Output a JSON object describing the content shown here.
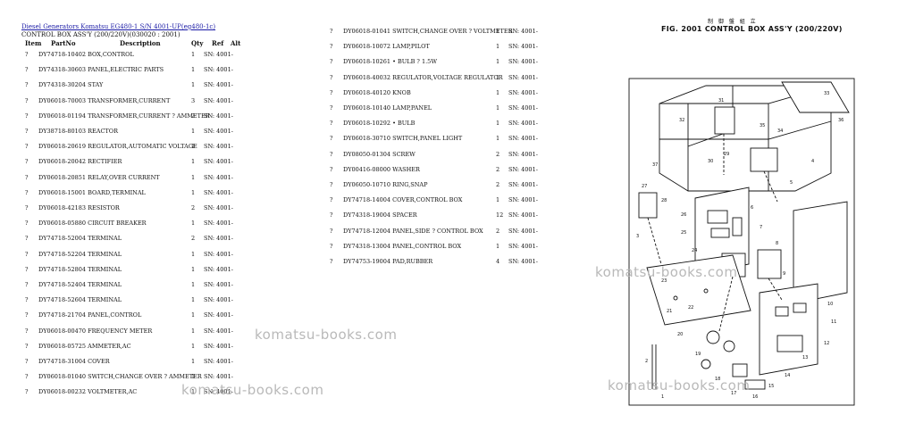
{
  "header": {
    "breadcrumb": "Diesel Generators Komatsu EG480-1 S/N 4001-UP(eg480-1c)",
    "subtitle": "CONTROL BOX ASS'Y (200/220V)(030020 : 2001)"
  },
  "columns": {
    "item": "Item",
    "part": "PartNo",
    "desc": "Description",
    "qty": "Qty",
    "ref": "Ref",
    "alt": "Alt"
  },
  "left_rows": [
    {
      "item": "?",
      "text": "DY74718-10402 BOX,CONTROL",
      "qty": "1",
      "ref": "SN: 4001-"
    },
    {
      "item": "?",
      "text": "DY74318-30603 PANEL,ELECTRIC PARTS",
      "qty": "1",
      "ref": "SN: 4001-"
    },
    {
      "item": "?",
      "text": "DY74318-30204 STAY",
      "qty": "1",
      "ref": "SN: 4001-"
    },
    {
      "item": "?",
      "text": "DY06018-70003 TRANSFORMER,CURRENT",
      "qty": "3",
      "ref": "SN: 4001-"
    },
    {
      "item": "?",
      "text": "DY06018-01194 TRANSFORMER,CURRENT ? AMMETER",
      "qty": "2",
      "ref": "SN: 4001-"
    },
    {
      "item": "?",
      "text": "DY38718-80103 REACTOR",
      "qty": "1",
      "ref": "SN: 4001-"
    },
    {
      "item": "?",
      "text": "DY06018-20619 REGULATOR,AUTOMATIC VOLTAGE",
      "qty": "1",
      "ref": "SN: 4001-"
    },
    {
      "item": "?",
      "text": "DY06018-20042 RECTIFIER",
      "qty": "1",
      "ref": "SN: 4001-"
    },
    {
      "item": "?",
      "text": "DY06018-20851 RELAY,OVER CURRENT",
      "qty": "1",
      "ref": "SN: 4001-"
    },
    {
      "item": "?",
      "text": "DY06018-15001 BOARD,TERMINAL",
      "qty": "1",
      "ref": "SN: 4001-"
    },
    {
      "item": "?",
      "text": "DY06018-42183 RESISTOR",
      "qty": "2",
      "ref": "SN: 4001-"
    },
    {
      "item": "?",
      "text": "DY06018-05880 CIRCUIT BREAKER",
      "qty": "1",
      "ref": "SN: 4001-"
    },
    {
      "item": "?",
      "text": "DY74718-52004 TERMINAL",
      "qty": "2",
      "ref": "SN: 4001-"
    },
    {
      "item": "?",
      "text": "DY74718-52204 TERMINAL",
      "qty": "1",
      "ref": "SN: 4001-"
    },
    {
      "item": "?",
      "text": "DY74718-52804 TERMINAL",
      "qty": "1",
      "ref": "SN: 4001-"
    },
    {
      "item": "?",
      "text": "DY74718-52404 TERMINAL",
      "qty": "1",
      "ref": "SN: 4001-"
    },
    {
      "item": "?",
      "text": "DY74718-52604 TERMINAL",
      "qty": "1",
      "ref": "SN: 4001-"
    },
    {
      "item": "?",
      "text": "DY74718-21704 PANEL,CONTROL",
      "qty": "1",
      "ref": "SN: 4001-"
    },
    {
      "item": "?",
      "text": "DY06018-00470 FREQUENCY METER",
      "qty": "1",
      "ref": "SN: 4001-"
    },
    {
      "item": "?",
      "text": "DY06018-05725 AMMETER,AC",
      "qty": "1",
      "ref": "SN: 4001-"
    },
    {
      "item": "?",
      "text": "DY74718-31004 COVER",
      "qty": "1",
      "ref": "SN: 4001-"
    },
    {
      "item": "?",
      "text": "DY06018-01040 SWITCH,CHANGE OVER ? AMMETER",
      "qty": "1",
      "ref": "SN: 4001-"
    },
    {
      "item": "?",
      "text": "DY06018-00232 VOLTMETER,AC",
      "qty": "1",
      "ref": "SN: 4001-"
    }
  ],
  "right_rows": [
    {
      "item": "?",
      "text": "DY06018-01041 SWITCH,CHANGE OVER ? VOLTMETER",
      "qty": "1",
      "ref": "SN: 4001-"
    },
    {
      "item": "?",
      "text": "DY06018-10072 LAMP,PILOT",
      "qty": "1",
      "ref": "SN: 4001-"
    },
    {
      "item": "?",
      "text": "DY06018-10261 • BULB ? 1.5W",
      "qty": "1",
      "ref": "SN: 4001-"
    },
    {
      "item": "?",
      "text": "DY06018-40032 REGULATOR,VOLTAGE REGULATOR",
      "qty": "1",
      "ref": "SN: 4001-"
    },
    {
      "item": "?",
      "text": "DY06018-40120 KNOB",
      "qty": "1",
      "ref": "SN: 4001-"
    },
    {
      "item": "?",
      "text": "DY06018-10140 LAMP,PANEL",
      "qty": "1",
      "ref": "SN: 4001-"
    },
    {
      "item": "?",
      "text": "DY06018-10292 • BULB",
      "qty": "1",
      "ref": "SN: 4001-"
    },
    {
      "item": "?",
      "text": "DY06018-30710 SWITCH,PANEL LIGHT",
      "qty": "1",
      "ref": "SN: 4001-"
    },
    {
      "item": "?",
      "text": "DY08050-01304 SCREW",
      "qty": "2",
      "ref": "SN: 4001-"
    },
    {
      "item": "?",
      "text": "DY00416-08000 WASHER",
      "qty": "2",
      "ref": "SN: 4001-"
    },
    {
      "item": "?",
      "text": "DY06050-10710 RING,SNAP",
      "qty": "2",
      "ref": "SN: 4001-"
    },
    {
      "item": "?",
      "text": "DY74718-14004 COVER,CONTROL BOX",
      "qty": "1",
      "ref": "SN: 4001-"
    },
    {
      "item": "?",
      "text": "DY74318-19004 SPACER",
      "qty": "12",
      "ref": "SN: 4001-"
    },
    {
      "item": "?",
      "text": "DY74718-12004 PANEL,SIDE ? CONTROL BOX",
      "qty": "2",
      "ref": "SN: 4001-"
    },
    {
      "item": "?",
      "text": "DY74318-13004 PANEL,CONTROL BOX",
      "qty": "1",
      "ref": "SN: 4001-"
    },
    {
      "item": "?",
      "text": "DY74753-19004 PAD,RUBBER",
      "qty": "4",
      "ref": "SN: 4001-"
    }
  ],
  "figure": {
    "title": "FIG. 2001 CONTROL BOX ASS'Y (200/220V)",
    "japanese_title": "制 御 盤 組 立",
    "callouts": [
      "33",
      "36",
      "34",
      "35",
      "31",
      "30",
      "32",
      "37",
      "27",
      "29",
      "28",
      "26",
      "25",
      "24",
      "23",
      "22",
      "21",
      "20",
      "19",
      "18",
      "17",
      "16",
      "15",
      "14",
      "13",
      "12",
      "11",
      "10",
      "9",
      "8",
      "7",
      "6",
      "5",
      "4",
      "3",
      "2",
      "1"
    ]
  },
  "watermarks": [
    "komatsu-books.com",
    "komatsu-books.com",
    "komatsu-books.com",
    "komatsu-books.com"
  ],
  "colors": {
    "link": "#1a1aa6",
    "watermark": "#b9b9b9",
    "line": "#111111"
  }
}
